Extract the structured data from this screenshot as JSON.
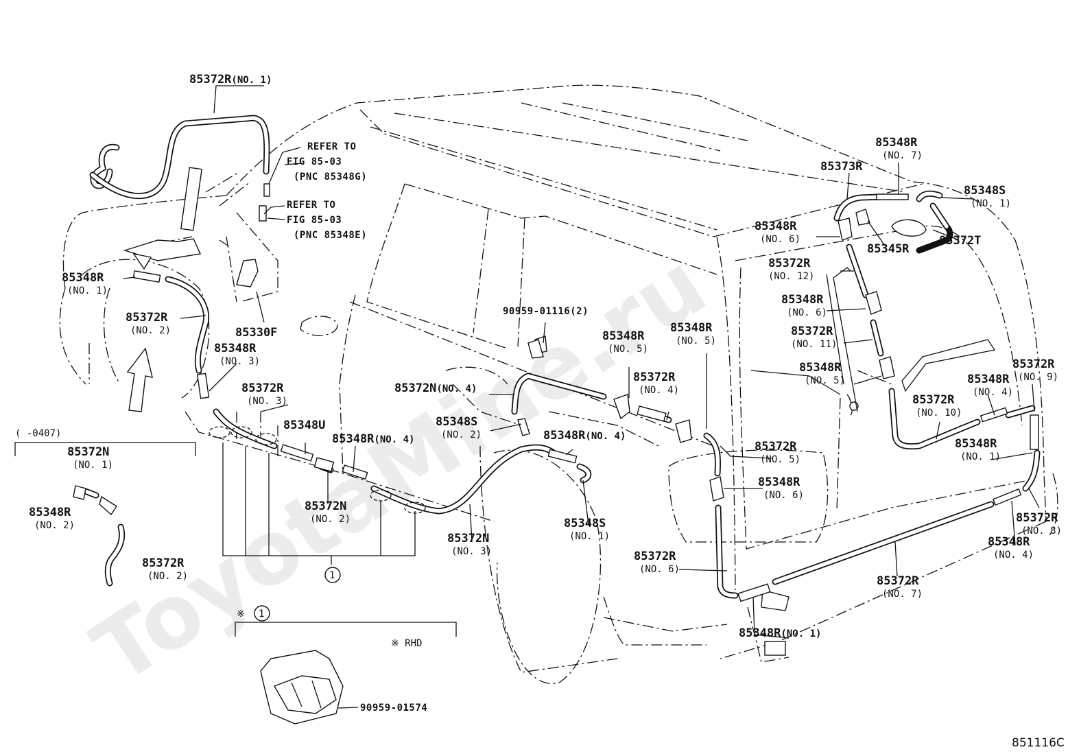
{
  "watermark": "ToyotaMine.ru",
  "figure_code": "851116C",
  "refs": [
    {
      "line1": "REFER TO",
      "line2": "FIG 85-03",
      "line3": "(PNC 85348G)"
    },
    {
      "line1": "REFER TO",
      "line2": "FIG 85-03",
      "line3": "(PNC 85348E)"
    }
  ],
  "labels": {
    "l01": {
      "pn": "85372R",
      "sub": "(NO. 1)"
    },
    "l02": {
      "pn": "85348R",
      "sub": "(NO. 1)"
    },
    "l03": {
      "pn": "85372R",
      "sub": "(NO. 2)"
    },
    "l04": {
      "pn": "85330F",
      "sub": ""
    },
    "l05": {
      "pn": "85348R",
      "sub": "(NO. 3)"
    },
    "l06": {
      "pn": "85372R",
      "sub": "(NO. 3)"
    },
    "l07": {
      "pn": "85348U",
      "sub": ""
    },
    "l08": {
      "pn": "85372N",
      "sub": "(NO. 2)"
    },
    "l09": {
      "pn": "85348R",
      "sub": "(NO. 4)"
    },
    "l10": {
      "pn": "85372N",
      "sub": "(NO. 4)"
    },
    "l11": {
      "pn": "85348S",
      "sub": "(NO. 2)"
    },
    "l12": {
      "pn": "85348R",
      "sub": "(NO. 4)"
    },
    "l13": {
      "pn": "85372N",
      "sub": "(NO. 3)"
    },
    "l14": {
      "pn": "85348S",
      "sub": "(NO. 1)"
    },
    "l15": {
      "pn": "90959-01116",
      "sub": "(2)"
    },
    "l16": {
      "pn": "85348R",
      "sub": "(NO. 5)"
    },
    "l17": {
      "pn": "85348R",
      "sub": "(NO. 5)"
    },
    "l18": {
      "pn": "85372R",
      "sub": "(NO. 4)"
    },
    "l19": {
      "pn": "85372R",
      "sub": "(NO. 5)"
    },
    "l20": {
      "pn": "85348R",
      "sub": "(NO. 6)"
    },
    "l21": {
      "pn": "85372R",
      "sub": "(NO. 6)"
    },
    "l22": {
      "pn": "85348R",
      "sub": "(NO. 1)"
    },
    "l23": {
      "pn": "85372R",
      "sub": "(NO. 7)"
    },
    "l24": {
      "pn": "85348R",
      "sub": "(NO. 7)"
    },
    "l25": {
      "pn": "85373R",
      "sub": ""
    },
    "l26": {
      "pn": "85348S",
      "sub": "(NO. 1)"
    },
    "l27": {
      "pn": "85348R",
      "sub": "(NO. 6)"
    },
    "l28": {
      "pn": "85345R",
      "sub": ""
    },
    "l29": {
      "pn": "85372T",
      "sub": ""
    },
    "l30": {
      "pn": "85372R",
      "sub": "(NO. 12)"
    },
    "l31": {
      "pn": "85348R",
      "sub": "(NO. 6)"
    },
    "l32": {
      "pn": "85372R",
      "sub": "(NO. 11)"
    },
    "l33": {
      "pn": "85348R",
      "sub": "(NO. 5)"
    },
    "l34": {
      "pn": "85372R",
      "sub": "(NO. 9)"
    },
    "l35": {
      "pn": "85348R",
      "sub": "(NO. 4)"
    },
    "l36": {
      "pn": "85372R",
      "sub": "(NO. 10)"
    },
    "l37": {
      "pn": "85348R",
      "sub": "(NO. 1)"
    },
    "l38": {
      "pn": "85372R",
      "sub": "(NO. 8)"
    },
    "l39": {
      "pn": "85348R",
      "sub": "(NO. 4)"
    },
    "l40": {
      "pn": "85372N",
      "sub": "(NO. 1)"
    },
    "l41": {
      "pn": "85348R",
      "sub": "(NO. 2)"
    },
    "l42": {
      "pn": "85372R",
      "sub": "(NO. 2)"
    },
    "l43": {
      "pn": "90959-01574",
      "sub": ""
    }
  },
  "inset": {
    "range": "(      -0407)",
    "note_symbol": "※",
    "rhd": "※ RHD"
  },
  "callout": {
    "number": "1"
  }
}
